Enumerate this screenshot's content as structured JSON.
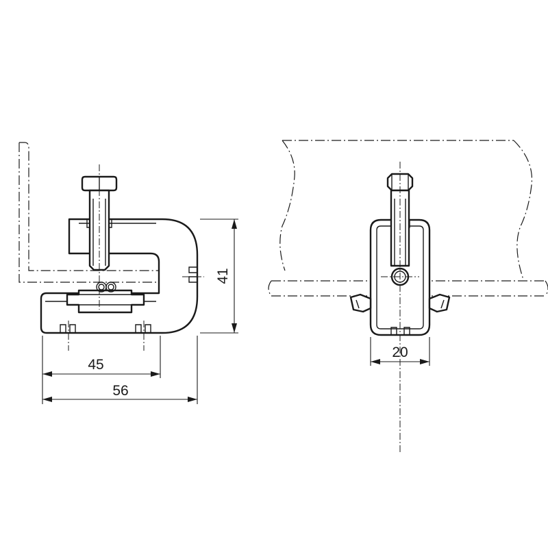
{
  "dimensions": {
    "d45": "45",
    "d56": "56",
    "d41": "41",
    "d20": "20"
  }
}
